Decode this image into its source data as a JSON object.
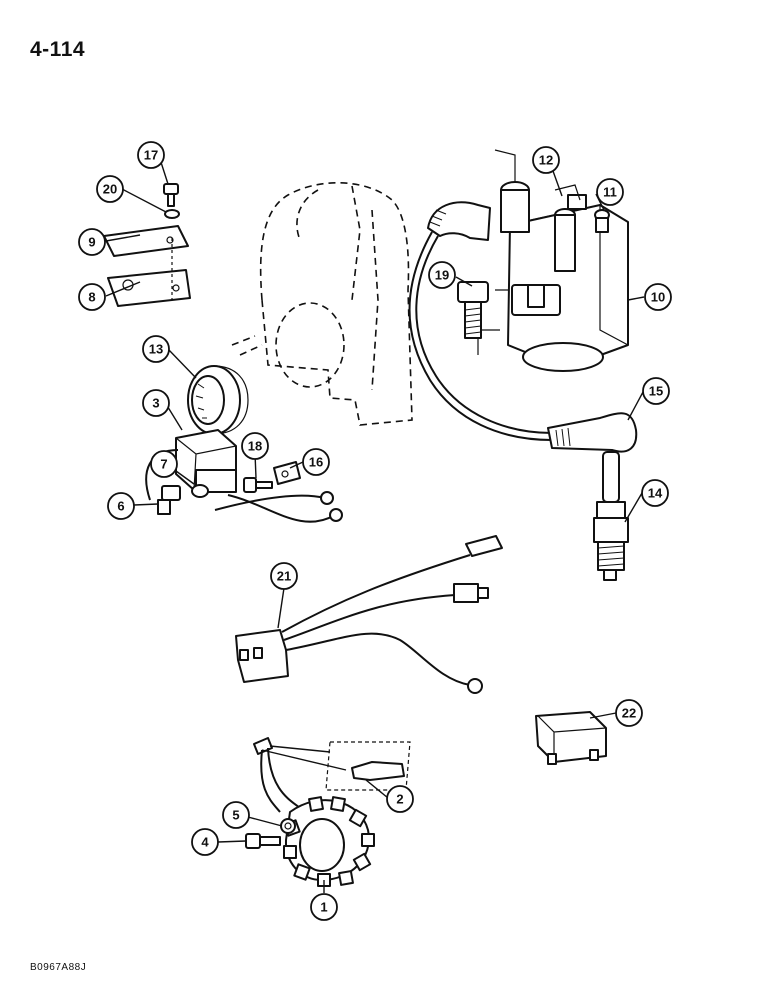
{
  "page": {
    "number": "4-114",
    "figure_code": "B0967A88J"
  },
  "callouts": [
    {
      "id": "1",
      "label": "1"
    },
    {
      "id": "2",
      "label": "2"
    },
    {
      "id": "3",
      "label": "3"
    },
    {
      "id": "4",
      "label": "4"
    },
    {
      "id": "5",
      "label": "5"
    },
    {
      "id": "6",
      "label": "6"
    },
    {
      "id": "7",
      "label": "7"
    },
    {
      "id": "8",
      "label": "8"
    },
    {
      "id": "9",
      "label": "9"
    },
    {
      "id": "10",
      "label": "10"
    },
    {
      "id": "11",
      "label": "11"
    },
    {
      "id": "12",
      "label": "12"
    },
    {
      "id": "13",
      "label": "13"
    },
    {
      "id": "14",
      "label": "14"
    },
    {
      "id": "15",
      "label": "15"
    },
    {
      "id": "16",
      "label": "16"
    },
    {
      "id": "17",
      "label": "17"
    },
    {
      "id": "18",
      "label": "18"
    },
    {
      "id": "19",
      "label": "19"
    },
    {
      "id": "20",
      "label": "20"
    },
    {
      "id": "21",
      "label": "21"
    },
    {
      "id": "22",
      "label": "22"
    }
  ]
}
